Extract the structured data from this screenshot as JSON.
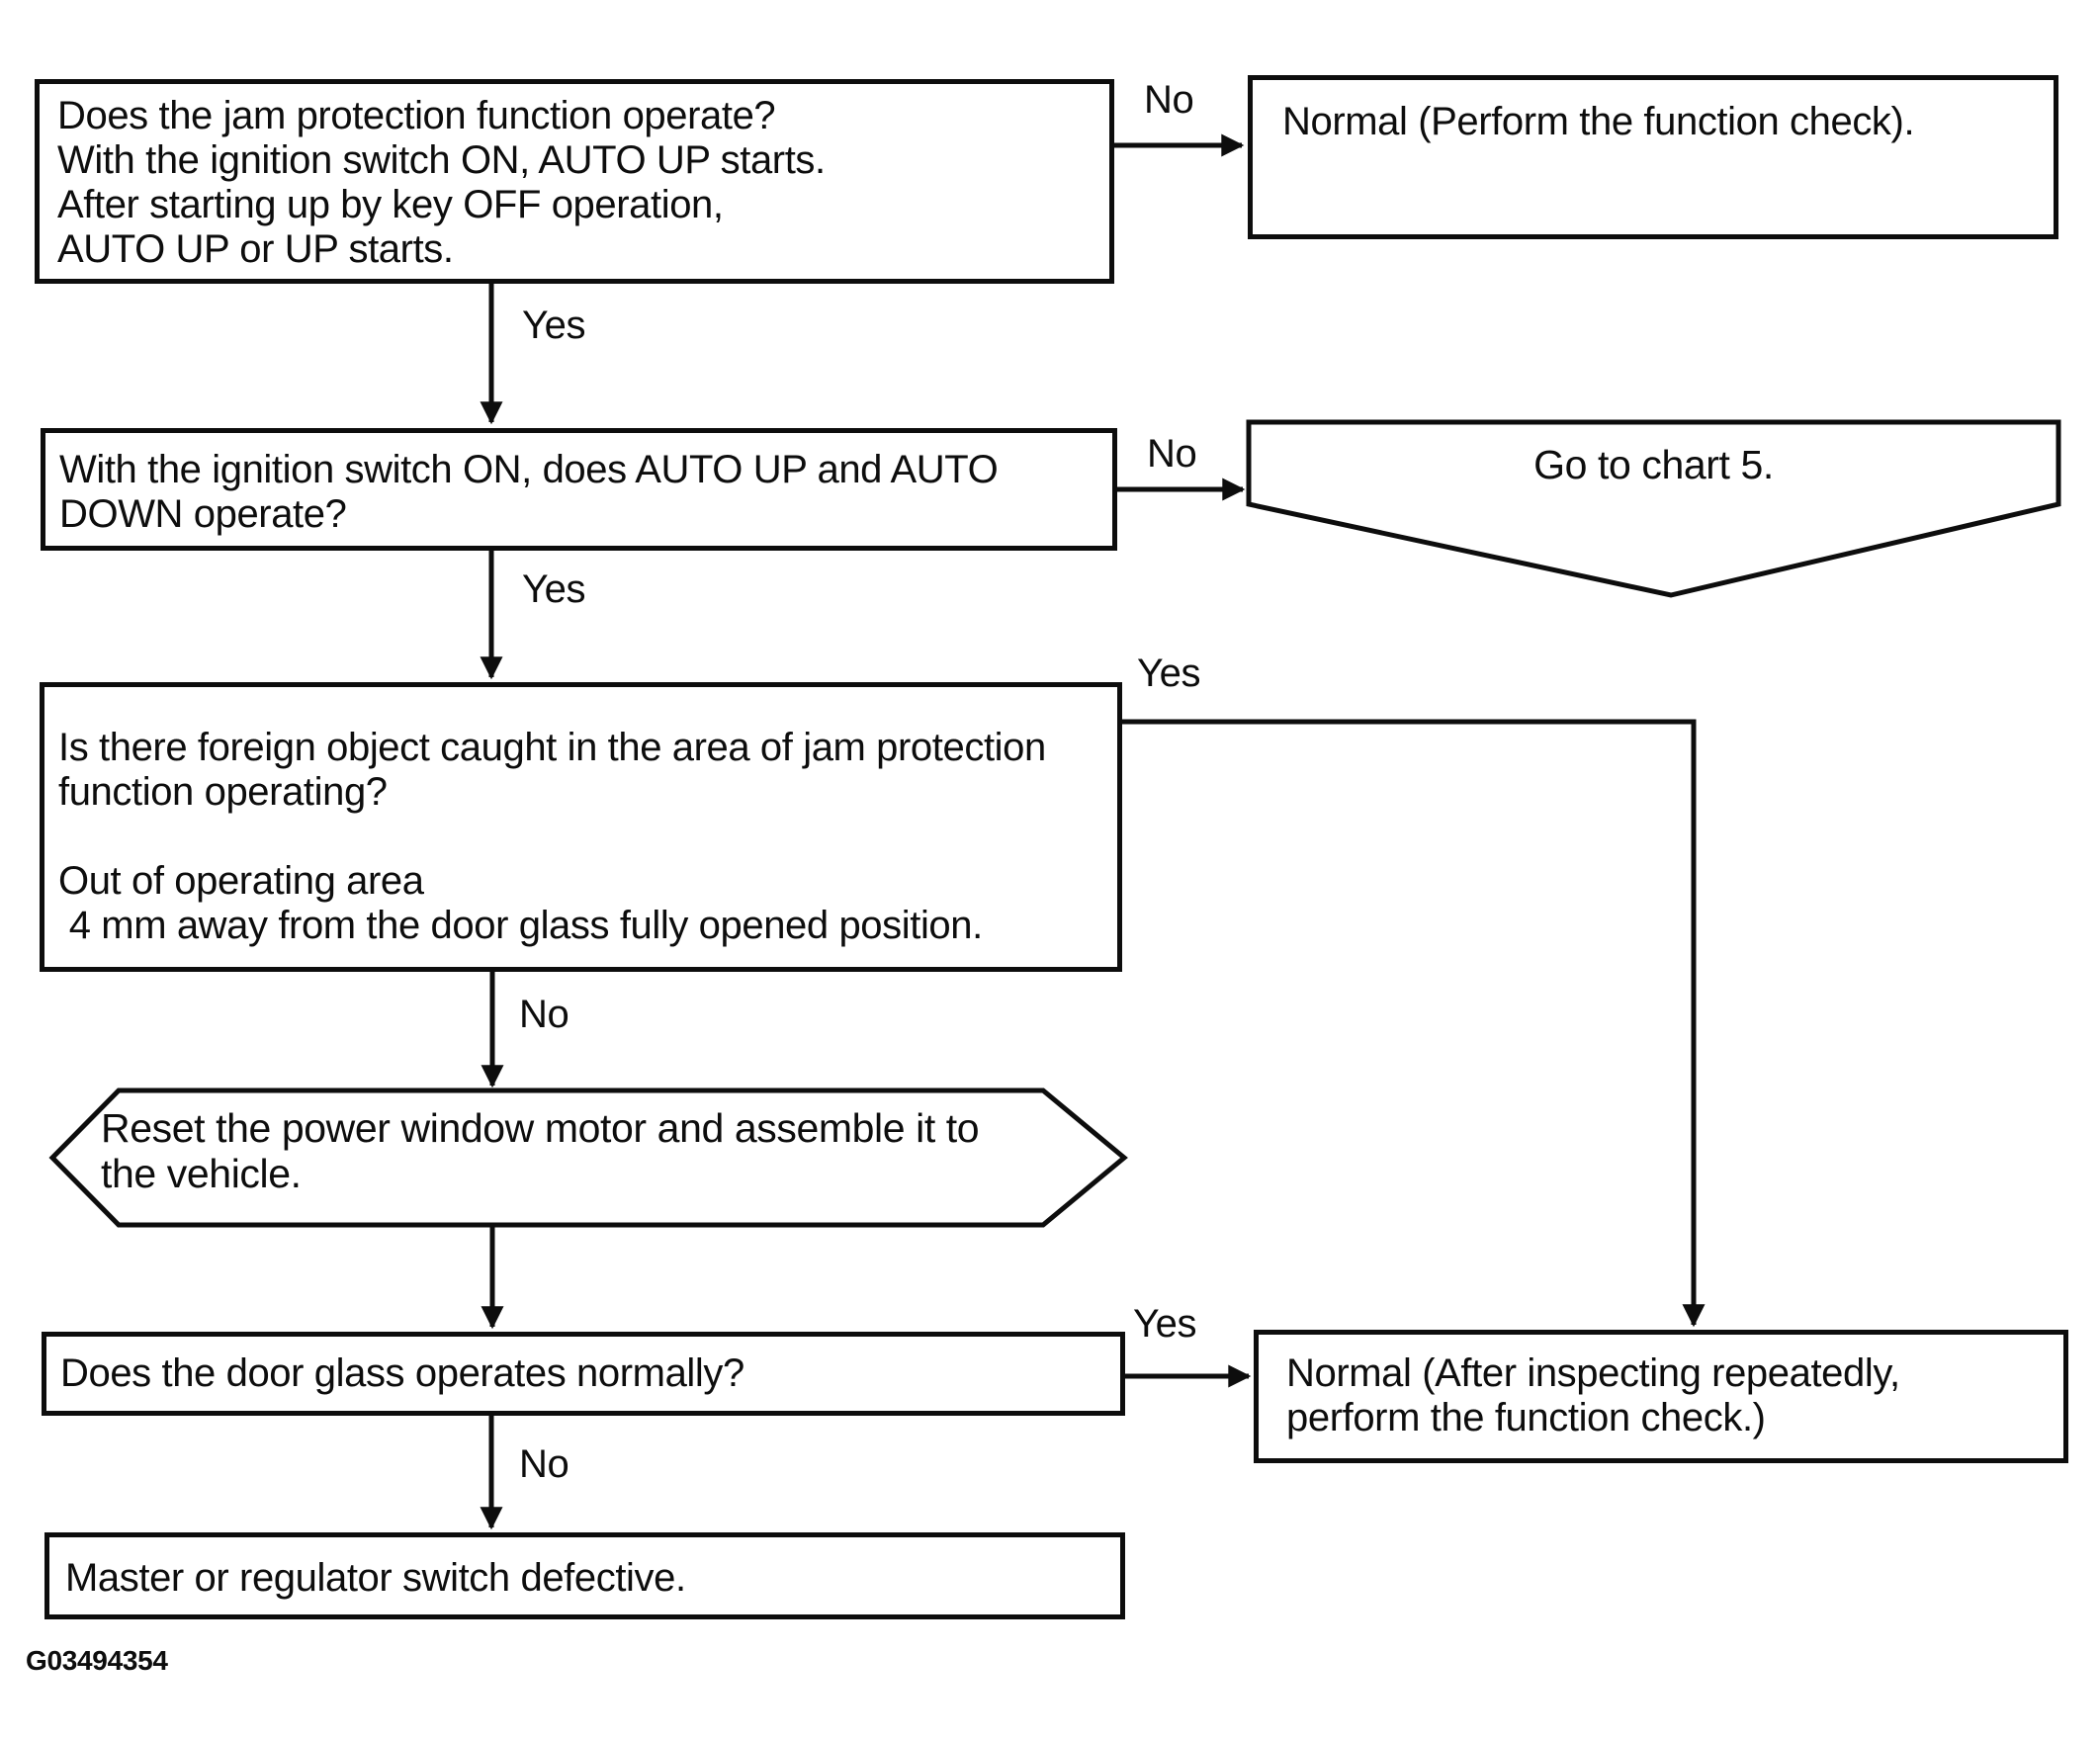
{
  "figure_code": "G03494354",
  "colors": {
    "line": "#0d0d0d",
    "background": "#ffffff"
  },
  "nodes": {
    "jam_check": {
      "type": "process",
      "lines": [
        "Does the jam protection function operate?",
        "With the ignition switch ON, AUTO UP starts.",
        "After starting up by key OFF operation,",
        "AUTO UP or UP starts."
      ]
    },
    "normal_function_check": {
      "type": "result",
      "lines": [
        "Normal (Perform the function check)."
      ]
    },
    "ignition_auto_updown": {
      "type": "process",
      "lines": [
        "With the ignition switch ON, does AUTO UP and AUTO",
        "DOWN operate?"
      ]
    },
    "go_to_chart5": {
      "type": "off-page-connector",
      "lines": [
        "Go to chart 5."
      ]
    },
    "foreign_object": {
      "type": "process",
      "lines": [
        "Is there foreign object caught in the area of jam protection",
        "function operating?",
        "",
        "Out of operating area",
        " 4 mm away from the door glass fully opened position."
      ]
    },
    "reset_motor": {
      "type": "preparation-hexagon",
      "lines": [
        "Reset the power window motor and assemble it to",
        "the vehicle."
      ]
    },
    "door_glass_normal": {
      "type": "process",
      "lines": [
        "Does the door glass operates normally?"
      ]
    },
    "normal_after_inspecting": {
      "type": "result",
      "lines": [
        "Normal (After inspecting repeatedly,",
        "perform the function check.)"
      ]
    },
    "master_switch_defective": {
      "type": "result",
      "lines": [
        "Master or regulator switch defective."
      ]
    }
  },
  "edges": {
    "jam_no": {
      "label": "No"
    },
    "jam_yes": {
      "label": "Yes"
    },
    "ign_no": {
      "label": "No"
    },
    "ign_yes": {
      "label": "Yes"
    },
    "foreign_yes": {
      "label": "Yes"
    },
    "foreign_no": {
      "label": "No"
    },
    "reset_next": {
      "label": ""
    },
    "door_yes": {
      "label": "Yes"
    },
    "door_no": {
      "label": "No"
    }
  }
}
